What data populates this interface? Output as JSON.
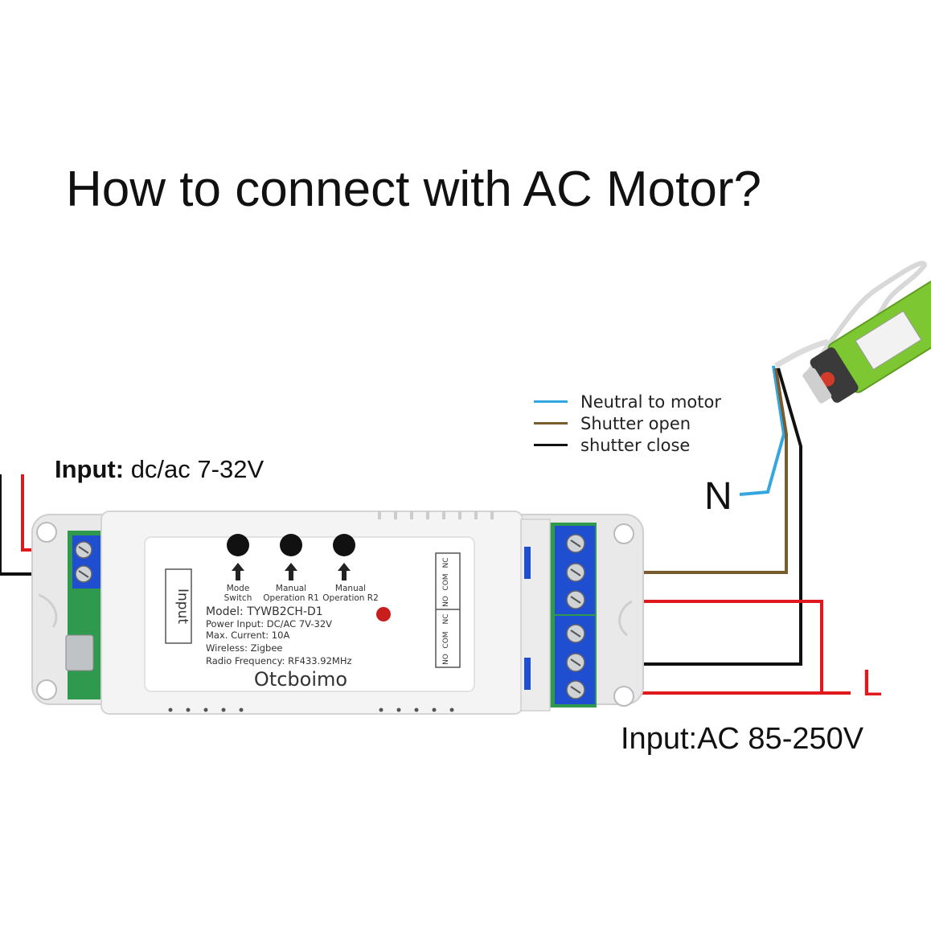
{
  "title": "How to connect with AC Motor?",
  "input_dc": {
    "label": "Input:",
    "value": " dc/ac 7-32V"
  },
  "input_ac": "Input:AC 85-250V",
  "terminal_N": "N",
  "terminal_L": "L",
  "legend": [
    {
      "label": "Neutral to motor",
      "color": "#35a7e0"
    },
    {
      "label": "Shutter open",
      "color": "#7a5b2e"
    },
    {
      "label": "shutter close",
      "color": "#111111"
    }
  ],
  "device": {
    "brand": "Otcboimo",
    "side_label": "Input",
    "buttons": [
      {
        "line1": "Mode",
        "line2": "Switch"
      },
      {
        "line1": "Manual",
        "line2": "Operation R1"
      },
      {
        "line1": "Manual",
        "line2": "Operation R2"
      }
    ],
    "specs": {
      "model": "Model:  TYWB2CH-D1",
      "power": "Power Input:  DC/AC 7V-32V",
      "current": "Max. Current:  10A",
      "wireless": "Wireless:  Zigbee",
      "radio": "Radio Frequency:  RF433.92MHz"
    },
    "relay_labels": [
      "NC",
      "COM",
      "NO",
      "NC",
      "COM",
      "NO"
    ]
  },
  "colors": {
    "red_wire": "#e0191f",
    "black_wire": "#111111",
    "blue_wire": "#35a7e0",
    "brown_wire": "#7a5b2e",
    "terminal_blue": "#1f4fd0",
    "pcb_green": "#2f9a4e",
    "motor_green": "#7dc832"
  }
}
